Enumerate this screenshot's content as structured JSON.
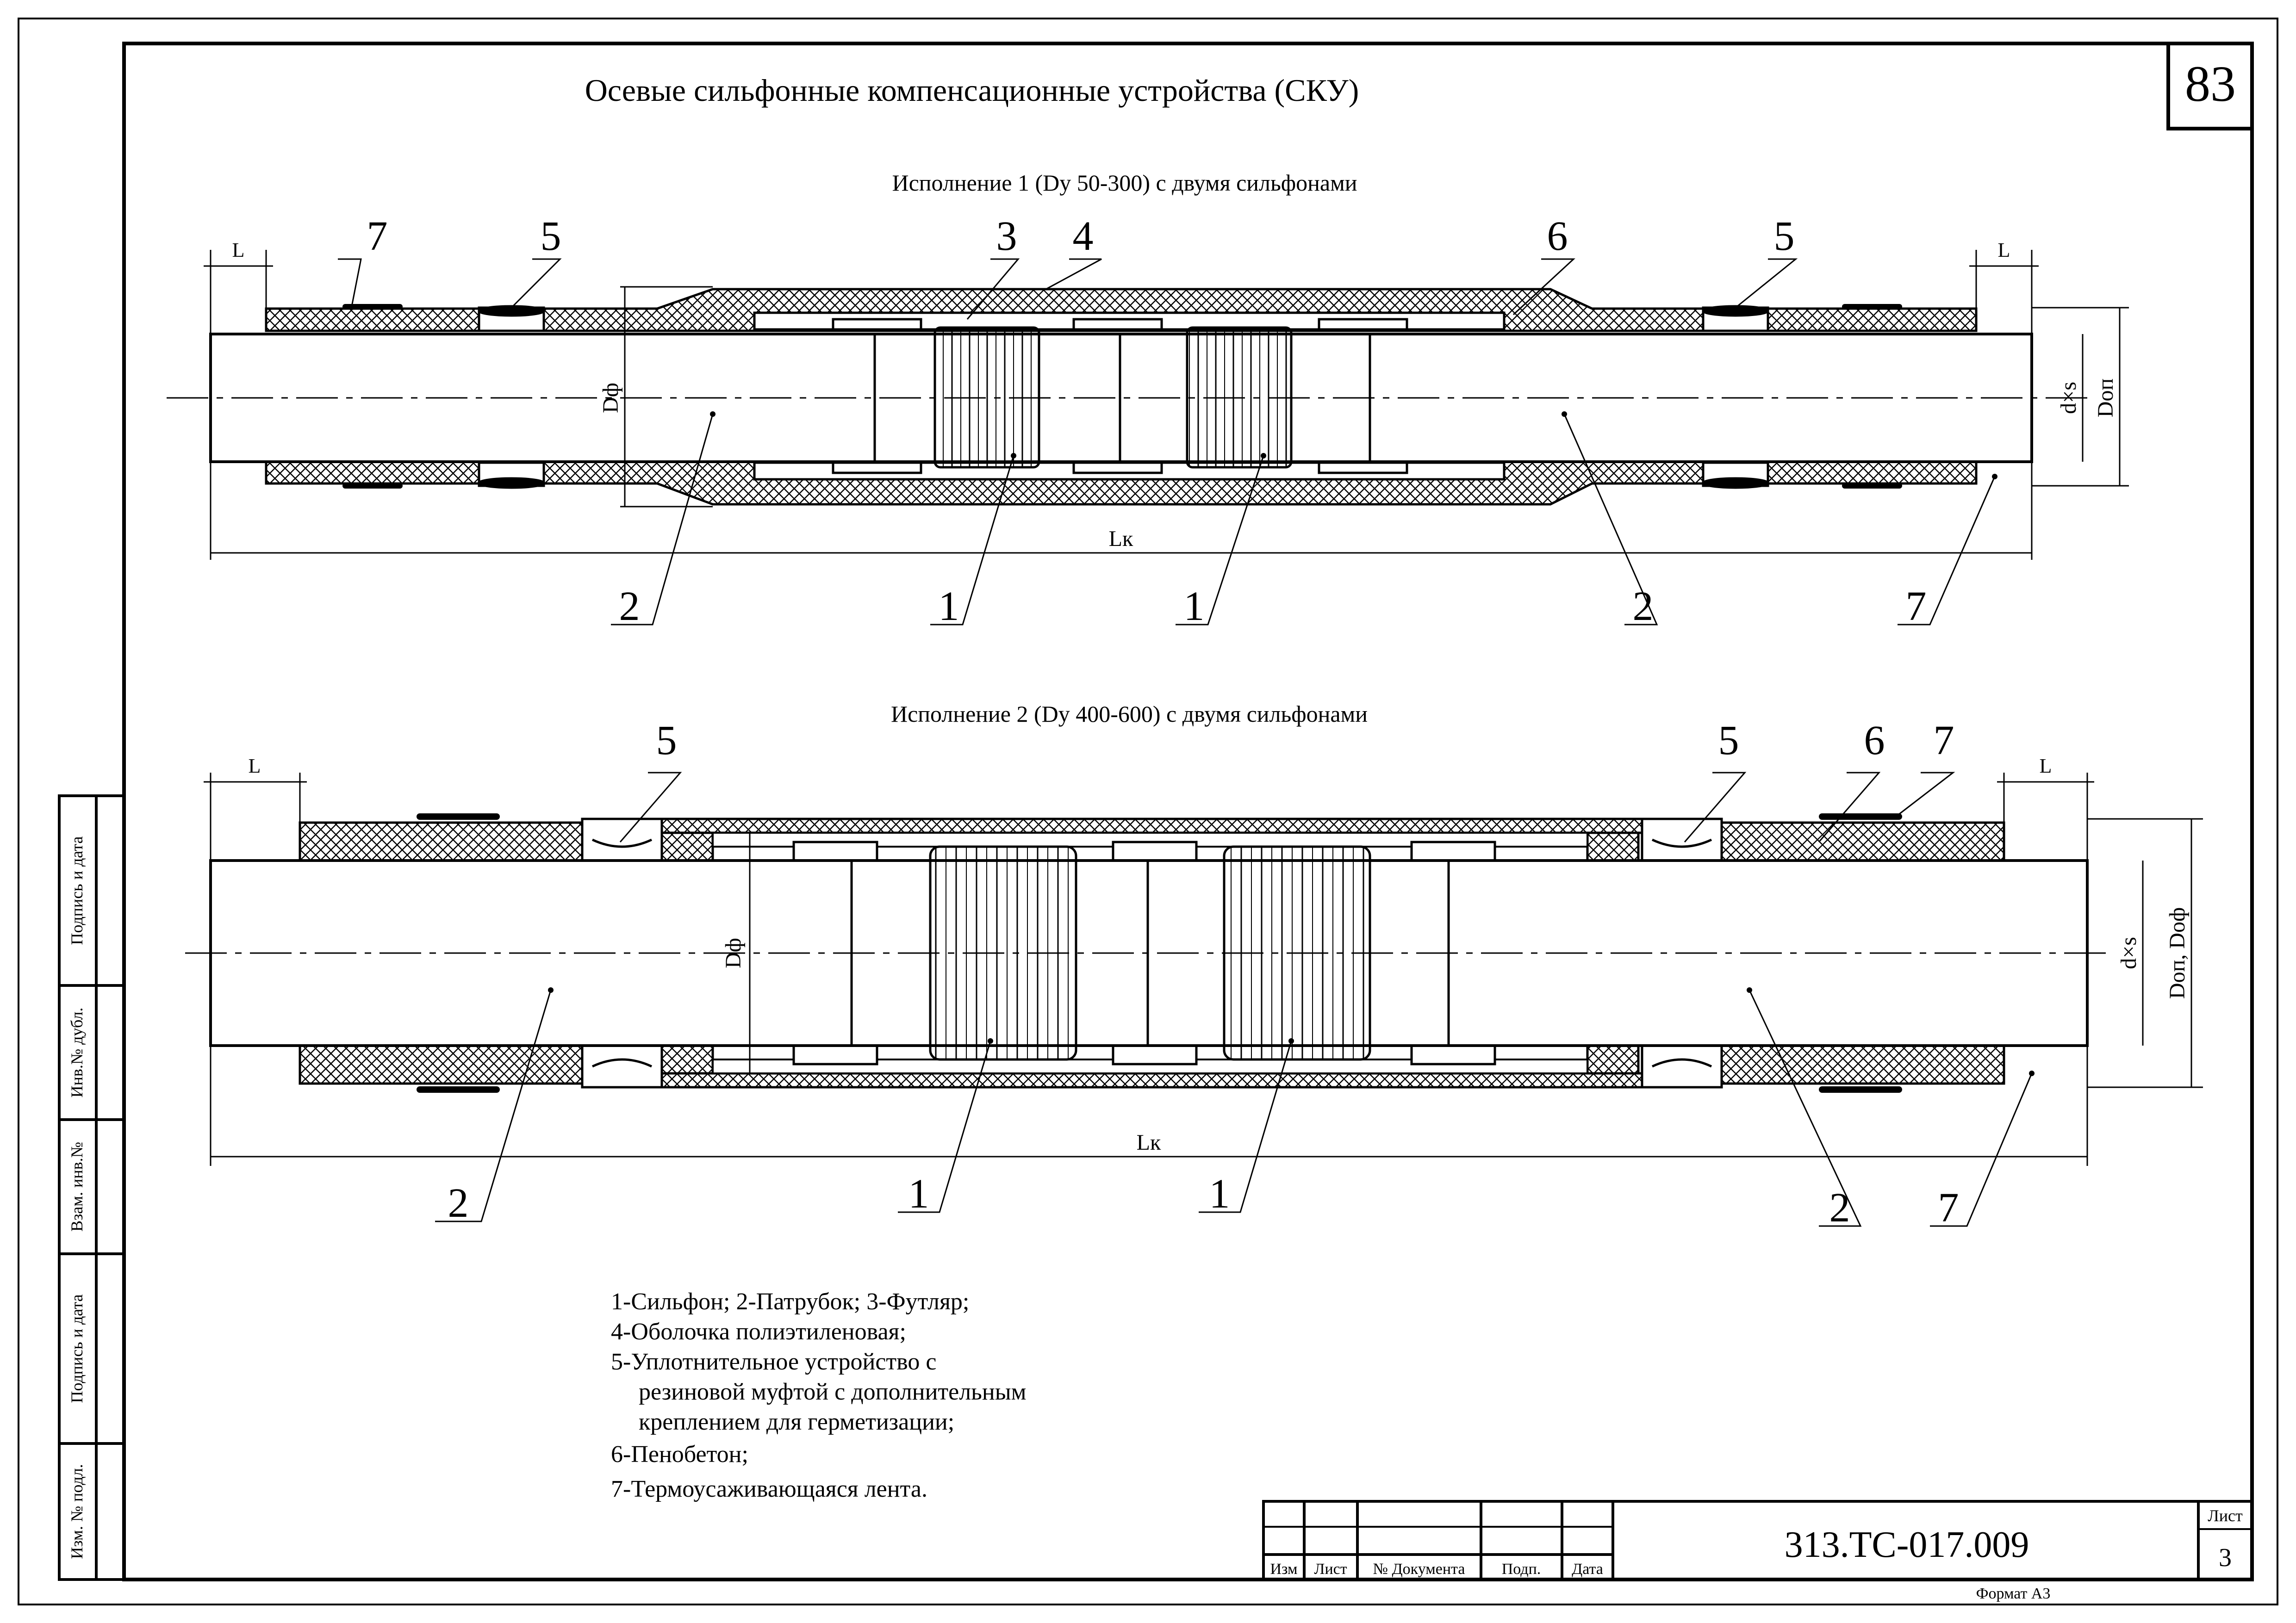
{
  "title": "Осевые сильфонные компенсационные устройства (СКУ)",
  "page_number": "83",
  "view1": {
    "caption": "Исполнение 1 (Dy 50-300) с двумя сильфонами",
    "dims": {
      "L": "L",
      "Lk": "Lк",
      "Df": "Dф",
      "dxs": "d×s",
      "Dop": "Dоп"
    },
    "callouts": {
      "c1": "1",
      "c2": "2",
      "c3": "3",
      "c4": "4",
      "c5": "5",
      "c6": "6",
      "c7": "7"
    }
  },
  "view2": {
    "caption": "Исполнение 2 (Dy 400-600) с двумя сильфонами",
    "dims": {
      "L": "L",
      "Lk": "Lк",
      "Df": "Dф",
      "dxs": "d×s",
      "Dop": "Dоп, Dоф"
    },
    "callouts": {
      "c1": "1",
      "c2": "2",
      "c5": "5",
      "c6": "6",
      "c7": "7"
    }
  },
  "legend": [
    "1-Сильфон; 2-Патрубок; 3-Футляр;",
    "4-Оболочка полиэтиленовая;",
    "5-Уплотнительное устройство с",
    "резиновой муфтой с дополнительным",
    "креплением для герметизации;",
    "6-Пенобетон;",
    "7-Термоусаживающаяся лента."
  ],
  "side_stamps": [
    "Подпись и дата",
    "Инв.№ дубл.",
    "Взам. инв.№",
    "Подпись и дата",
    "Изм. № подл."
  ],
  "title_block": {
    "headers": [
      "Изм",
      "Лист",
      "№ Документа",
      "Подп.",
      "Дата"
    ],
    "doc_number": "313.ТС-017.009",
    "sheet_label": "Лист",
    "sheet_value": "3"
  },
  "format_label": "Формат А3"
}
